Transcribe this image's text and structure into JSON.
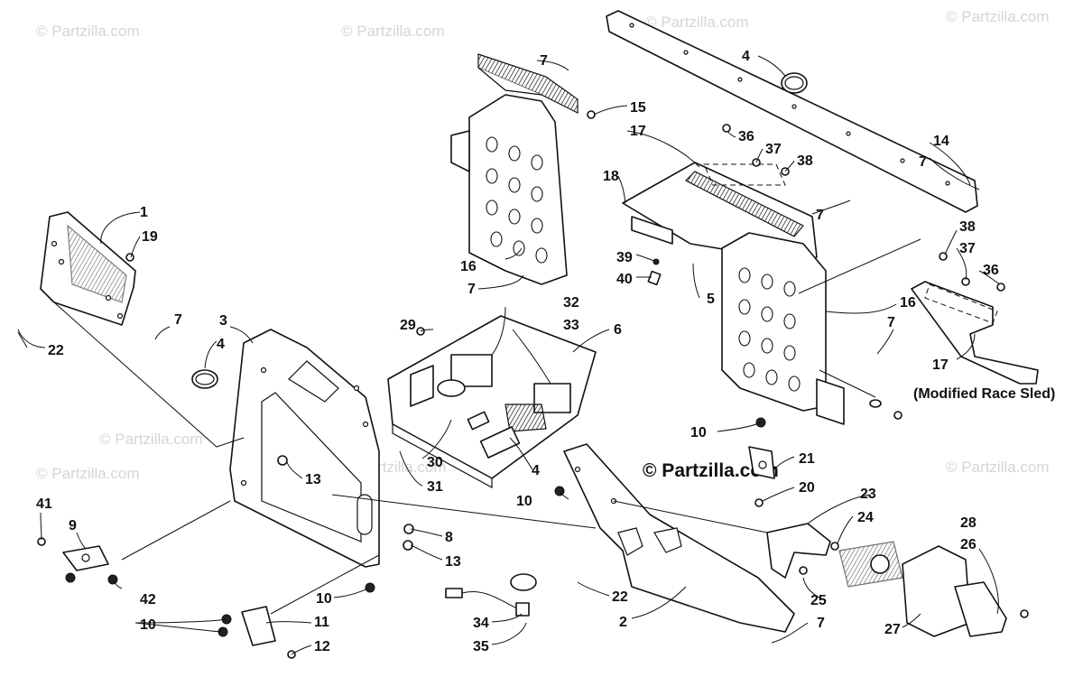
{
  "diagram": {
    "watermark": "© Partzilla.com",
    "watermark_center": "© Partzilla.com",
    "note": "(Modified Race Sled)",
    "callouts": {
      "c1": "1",
      "c19": "19",
      "c22a": "22",
      "c7a": "7",
      "c3": "3",
      "c4a": "4",
      "c13a": "13",
      "c41": "41",
      "c9": "9",
      "c42": "42",
      "c10a": "10",
      "c11": "11",
      "c12": "12",
      "c10b": "10",
      "c8": "8",
      "c13b": "13",
      "c7b": "7",
      "c15": "15",
      "c17a": "17",
      "c16a": "16",
      "c7c": "7",
      "c4b": "4",
      "c14": "14",
      "c7d": "7",
      "c7e": "7",
      "c36a": "36",
      "c37a": "37",
      "c38a": "38",
      "c18": "18",
      "c39": "39",
      "c40": "40",
      "c5": "5",
      "c16b": "16",
      "c7f": "7",
      "c38b": "38",
      "c37b": "37",
      "c36b": "36",
      "c17b": "17",
      "c29": "29",
      "c32": "32",
      "c33": "33",
      "c6": "6",
      "c30": "30",
      "c31": "31",
      "c4c": "4",
      "c10c": "10",
      "c21": "21",
      "c20": "20",
      "c10d": "10",
      "c23": "23",
      "c24": "24",
      "c25": "25",
      "c27": "27",
      "c28": "28",
      "c26": "26",
      "c22b": "22",
      "c2": "2",
      "c34": "34",
      "c35": "35",
      "c7g": "7"
    }
  }
}
